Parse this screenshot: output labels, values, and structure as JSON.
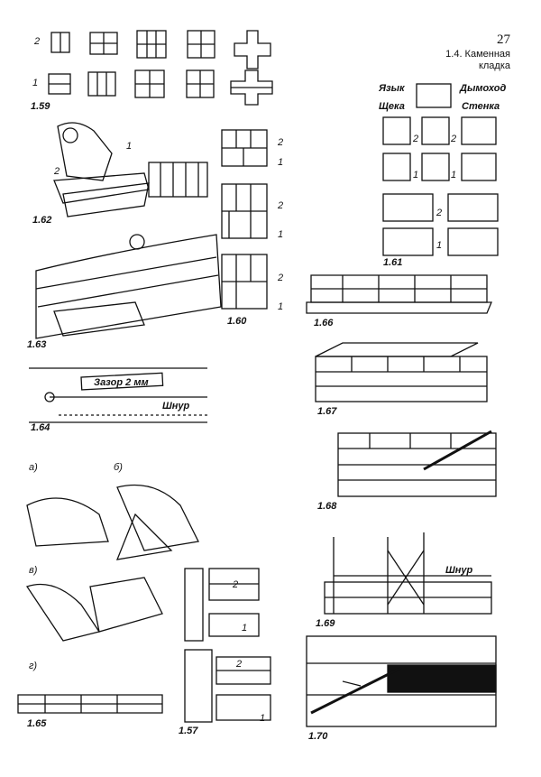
{
  "header": {
    "page_number": "27",
    "section_line1": "1.4. Каменная",
    "section_line2": "кладка"
  },
  "figures": {
    "f159": "1.59",
    "f160": "1.60",
    "f161": "1.61",
    "f162": "1.62",
    "f163": "1.63",
    "f164": "1.64",
    "f165": "1.65",
    "f166": "1.66",
    "f167": "1.67",
    "f168": "1.68",
    "f169": "1.69",
    "f170": "1.70",
    "f157": "1.57"
  },
  "labels": {
    "n1": "1",
    "n2": "2",
    "yazyk": "Язык",
    "dymokhod": "Дымоход",
    "shcheka": "Щека",
    "stenka": "Стенка",
    "zazor": "Зазор 2 мм",
    "shnur": "Шнур",
    "a": "а)",
    "b": "б)",
    "v": "в)",
    "g": "г)"
  },
  "colors": {
    "ink": "#111111",
    "paper": "#ffffff"
  }
}
